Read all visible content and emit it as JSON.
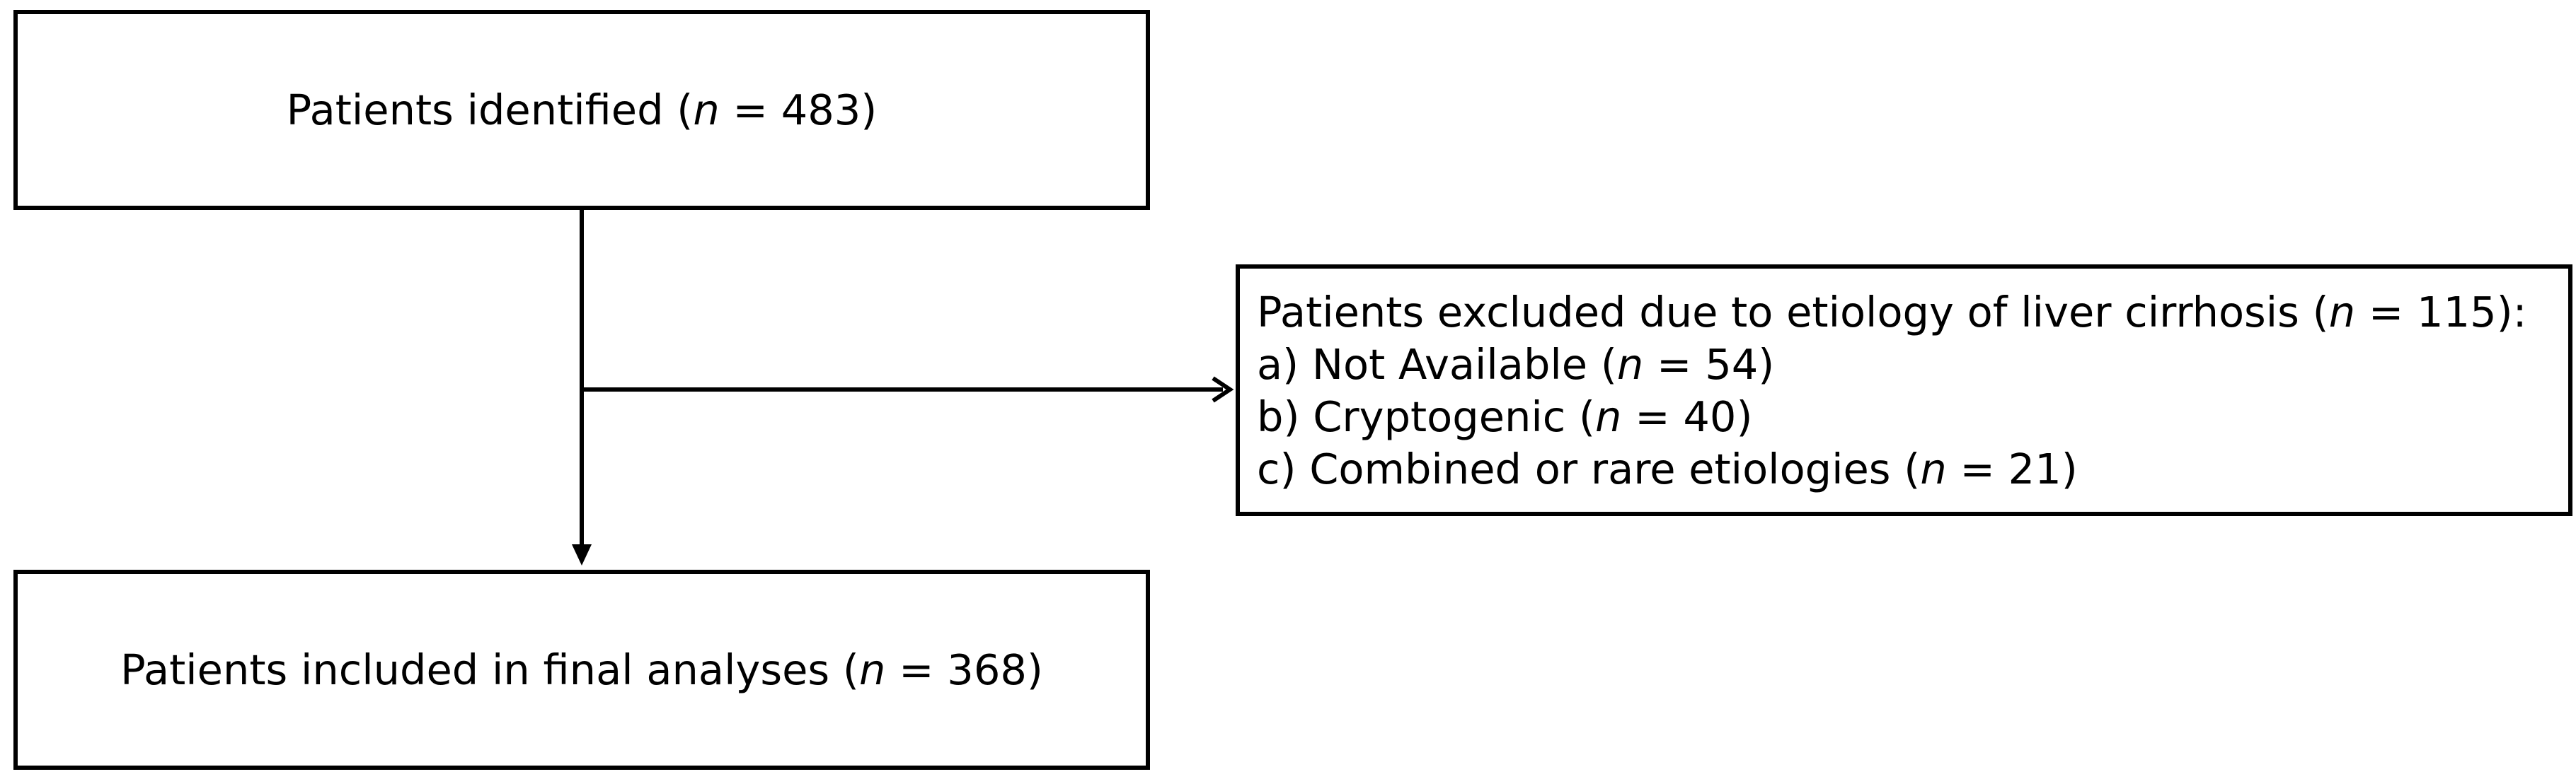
{
  "nodes": {
    "identified": {
      "prefix": "Patients identified (",
      "var": "n",
      "suffix": " = 483)"
    },
    "excluded": {
      "heading": {
        "prefix": "Patients excluded due to etiology of liver cirrhosis (",
        "var": "n",
        "suffix": " = 115):"
      },
      "items": [
        {
          "prefix": "a) Not Available (",
          "var": "n",
          "suffix": " = 54)"
        },
        {
          "prefix": "b) Cryptogenic (",
          "var": "n",
          "suffix": " = 40)"
        },
        {
          "prefix": "c) Combined or rare etiologies (",
          "var": "n",
          "suffix": " = 21)"
        }
      ]
    },
    "included": {
      "prefix": "Patients included in final analyses (",
      "var": "n",
      "suffix": " = 368)"
    }
  },
  "colors": {
    "stroke": "#000000",
    "background": "#ffffff"
  }
}
